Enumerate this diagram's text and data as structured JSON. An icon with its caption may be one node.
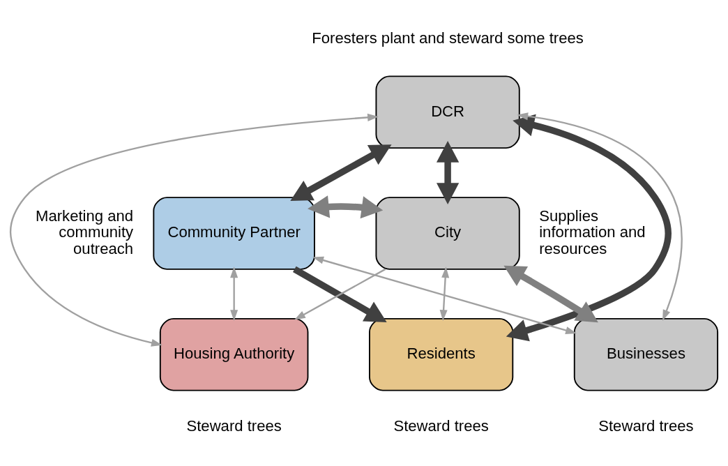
{
  "diagram": {
    "nodes": [
      {
        "text": [
          "DCR"
        ],
        "beside": [
          "Foresters plant and steward some trees"
        ]
      },
      {
        "text": [
          "Community Partner"
        ],
        "beside": [
          "Marketing and community outreach"
        ]
      },
      {
        "text": [
          "City"
        ],
        "beside": [
          "Supplies information and resources"
        ]
      },
      {
        "text": [
          "Housing Authority"
        ],
        "beside": [
          "Steward trees"
        ]
      },
      {
        "text": [
          "Residents"
        ],
        "beside": [
          "Steward trees"
        ]
      },
      {
        "text": [
          "Businesses"
        ],
        "beside": [
          "Steward trees"
        ]
      }
    ],
    "edges": [
      {
        "from": 0,
        "to": 1,
        "arrow": "both",
        "style": "thick",
        "color": "#404040"
      },
      {
        "from": 0,
        "to": 2,
        "arrow": "both",
        "style": "thick",
        "color": "#404040"
      },
      {
        "from": 0,
        "to": 4,
        "arrow": "both",
        "style": "thick",
        "color": "#404040"
      },
      {
        "from": 1,
        "to": 4,
        "arrow": "to",
        "style": "thick",
        "color": "#404040"
      },
      {
        "from": 1,
        "to": 2,
        "arrow": "both",
        "style": "thick",
        "color": "#808080"
      },
      {
        "from": 2,
        "to": 5,
        "arrow": "both",
        "style": "thick",
        "color": "#808080"
      },
      {
        "from": 1,
        "to": 3,
        "arrow": "both"
      },
      {
        "from": 3,
        "to": 0,
        "arrow": "both"
      },
      {
        "from": 0,
        "to": 5,
        "arrow": "both"
      },
      {
        "from": 1,
        "to": 5,
        "arrow": "both"
      },
      {
        "from": 2,
        "to": 3,
        "arrow": "to"
      },
      {
        "from": 4,
        "to": 2,
        "arrow": "both"
      }
    ]
  }
}
